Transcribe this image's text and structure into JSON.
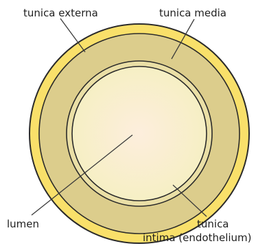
{
  "labels": {
    "tunica_externa": "tunica externa",
    "tunica_media": "tunica media",
    "lumen": "lumen",
    "tunica_intima_line1": "tunica",
    "tunica_intima_line2": "intima (endothelium)"
  },
  "colors": {
    "externa": "#f9e06a",
    "media": "#dccd8c",
    "intima": "#eadfa6",
    "lumen_center": "#fdeedd",
    "lumen_edge": "#f6efc4",
    "outline": "#2a2a2a",
    "leader": "#3a3a3a"
  }
}
